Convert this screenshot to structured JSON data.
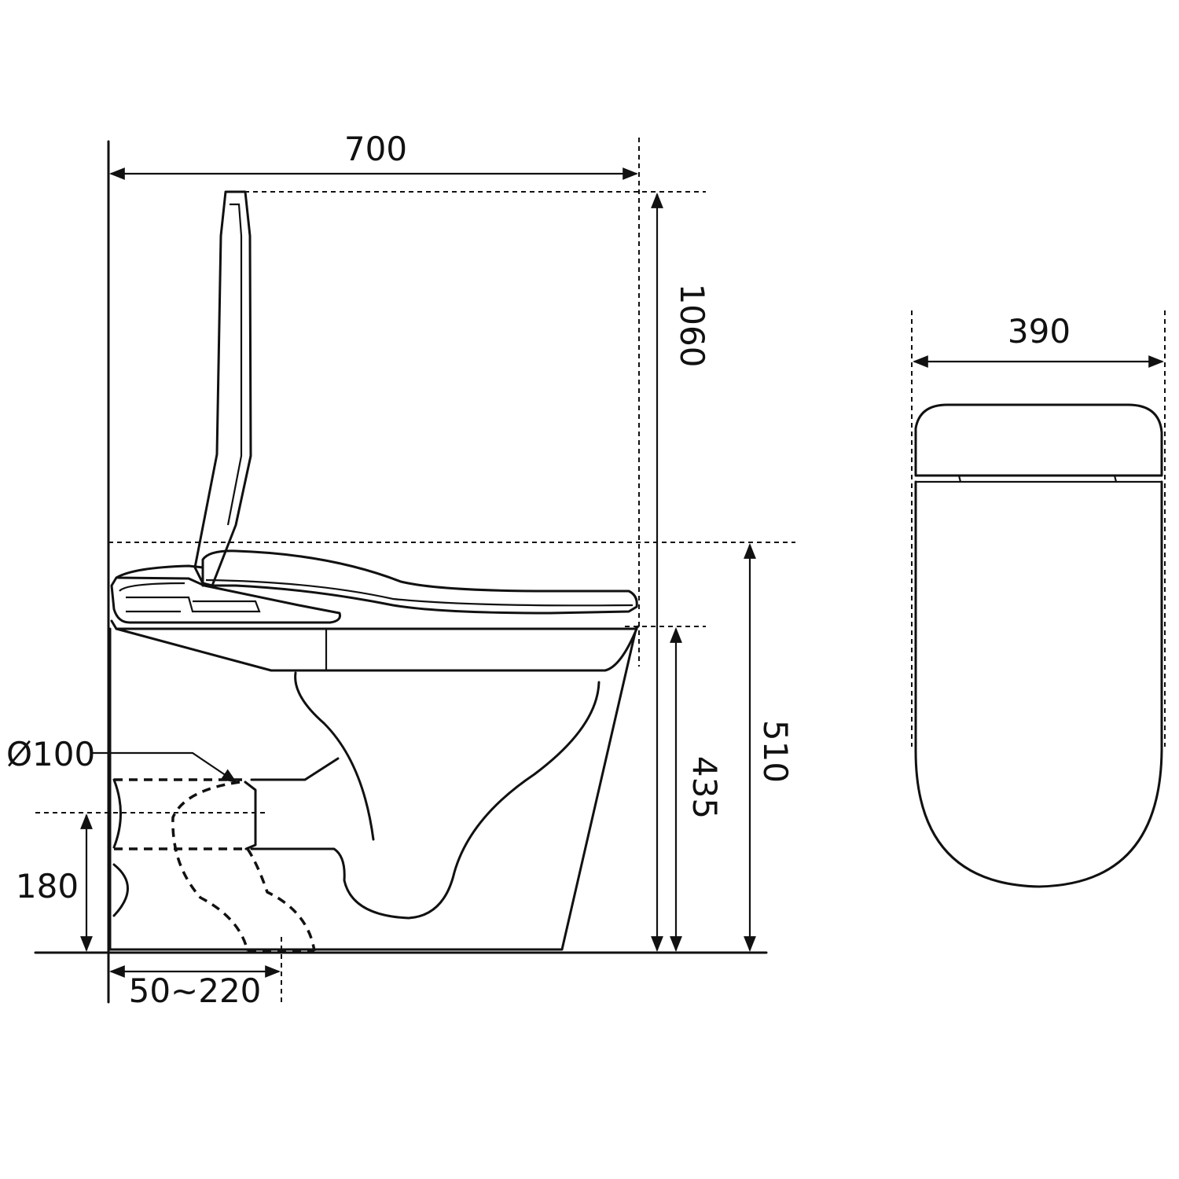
{
  "dimensions": {
    "width_side": "700",
    "height_total": "1060",
    "seat_height": "510",
    "bowl_height": "435",
    "pipe_diameter": "Ø100",
    "outlet_height": "180",
    "rough_in": "50~220",
    "width_top": "390"
  },
  "colors": {
    "line": "#111111",
    "background": "#ffffff"
  }
}
